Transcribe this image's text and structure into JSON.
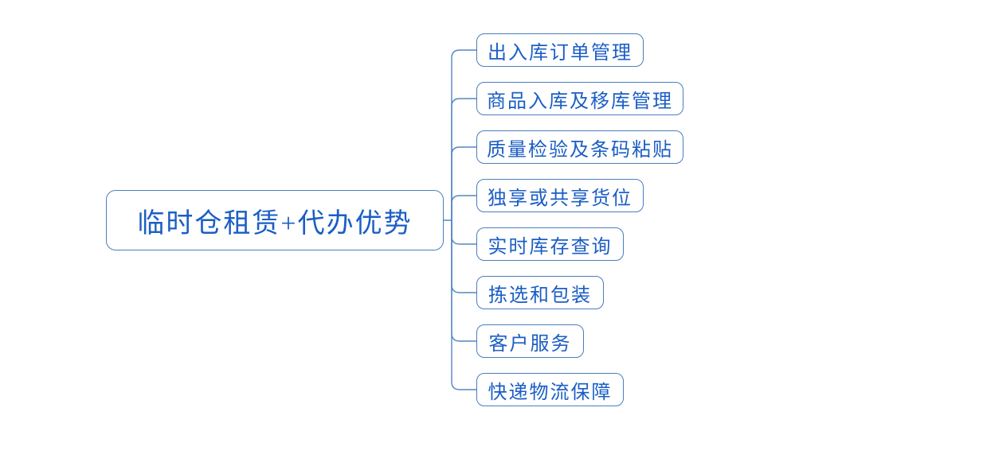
{
  "diagram": {
    "type": "mindmap",
    "root": {
      "label": "临时仓租赁+代办优势"
    },
    "children": [
      {
        "label": "出入库订单管理"
      },
      {
        "label": "商品入库及移库管理"
      },
      {
        "label": "质量检验及条码粘贴"
      },
      {
        "label": "独享或共享货位"
      },
      {
        "label": "实时库存查询"
      },
      {
        "label": "拣选和包装"
      },
      {
        "label": "客户服务"
      },
      {
        "label": "快递物流保障"
      }
    ]
  },
  "colors": {
    "border": "#4a7ebb",
    "text": "#1b5ec4",
    "connector": "#5585c2",
    "background": "#ffffff"
  }
}
